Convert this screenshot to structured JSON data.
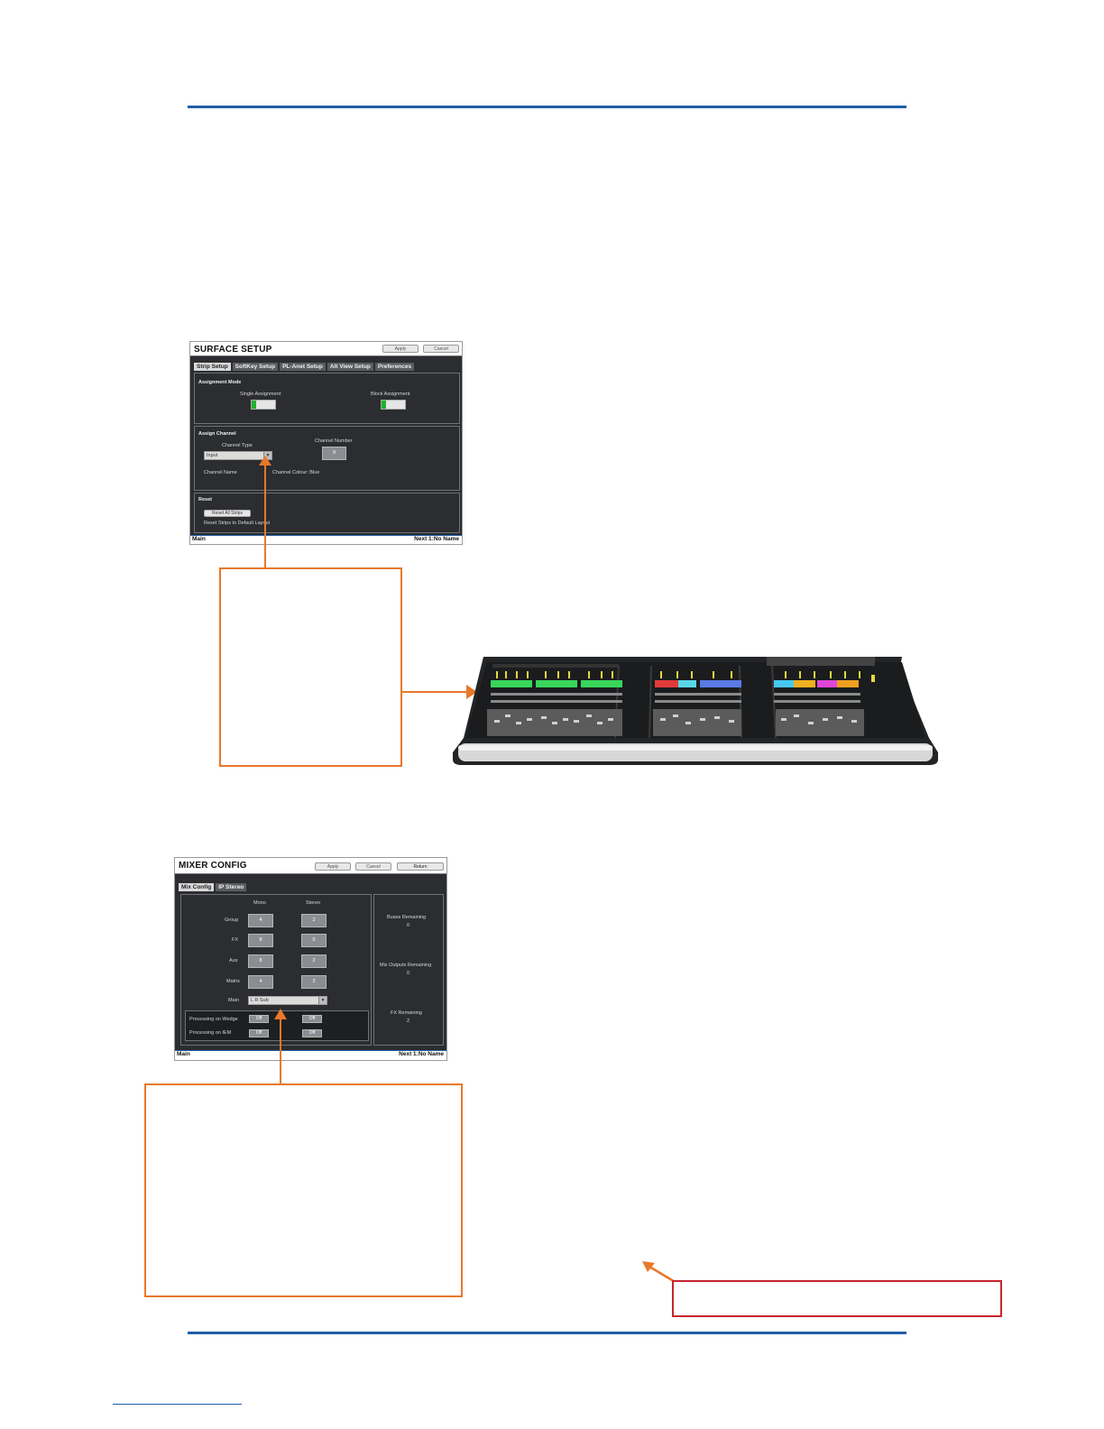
{
  "surface_setup": {
    "title": "SURFACE SETUP",
    "apply_label": "Apply",
    "cancel_label": "Cancel",
    "tabs": [
      "Strip Setup",
      "SoftKey Setup",
      "PL-Anet Setup",
      "Alt View Setup",
      "Preferences"
    ],
    "assignment_mode": {
      "heading": "Assignment Mode",
      "single_label": "Single Assignment",
      "block_label": "Block Assignment"
    },
    "assign_channel": {
      "heading": "Assign Channel",
      "channel_type_label": "Channel Type",
      "channel_type_value": "Input",
      "channel_number_label": "Channel Number",
      "channel_number_value": "9",
      "channel_name_label": "Channel Name",
      "channel_colour_label": "Channel Colour: Blue"
    },
    "reset": {
      "heading": "Reset",
      "button_label": "Reset All Strips",
      "description": "Reset Strips to Default Layout"
    },
    "status_left": "Main",
    "status_right": "Next 1:No Name"
  },
  "mixer_config": {
    "title": "MIXER CONFIG",
    "apply_label": "Apply",
    "cancel_label": "Cancel",
    "return_label": "Return",
    "tabs": [
      "Mix Config",
      "IP Stereo"
    ],
    "col_mono": "Mono",
    "col_stereo": "Stereo",
    "rows": [
      {
        "label": "Group",
        "mono": "4",
        "stereo": "2"
      },
      {
        "label": "FX",
        "mono": "8",
        "stereo": "0"
      },
      {
        "label": "Aux",
        "mono": "8",
        "stereo": "2"
      },
      {
        "label": "Matrix",
        "mono": "4",
        "stereo": "2"
      }
    ],
    "main_label": "Main",
    "main_value": "L R Sub",
    "processing_wedge_label": "Processing on Wedge",
    "processing_ifm_label": "Processing on IEM",
    "off_label": "Off",
    "buses_remaining_label": "Buses Remaining",
    "buses_remaining_value": "0",
    "mix_outputs_remaining_label": "Mix Outputs Remaining",
    "mix_outputs_remaining_value": "0",
    "fx_remaining_label": "FX Remaining",
    "fx_remaining_value": "2",
    "status_left": "Main",
    "status_right": "Next 1:No Name"
  },
  "colors": {
    "rule": "#1f5fa6",
    "callout": "#e8782a",
    "note_box": "#c4262e",
    "toggle_green": "#1fb32a"
  }
}
